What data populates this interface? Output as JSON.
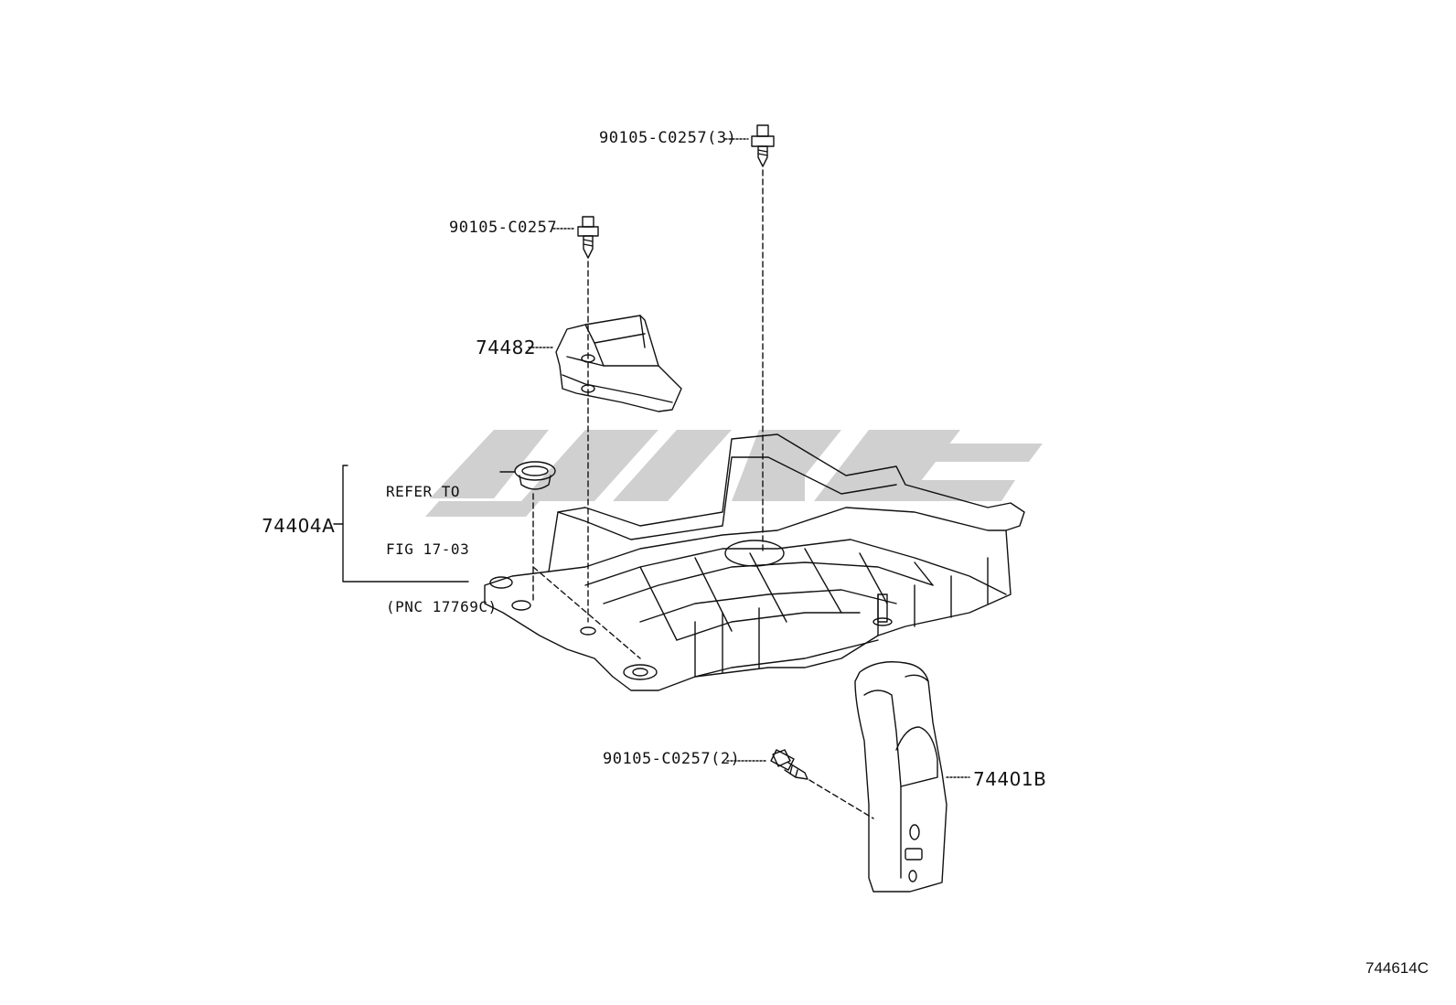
{
  "labels": {
    "bolt_top": "90105-C0257(3)",
    "bolt_mid": "90105-C0257",
    "bracket": "74482",
    "refer_line1": "REFER TO",
    "refer_line2": "FIG 17-03",
    "refer_line3": "(PNC 17769C)",
    "tray": "74404A",
    "bolt_bottom": "90105-C0257(2)",
    "brace": "74401B",
    "figure_code": "744614C"
  },
  "colors": {
    "line": "#111111",
    "watermark": "#c8c8c8"
  }
}
